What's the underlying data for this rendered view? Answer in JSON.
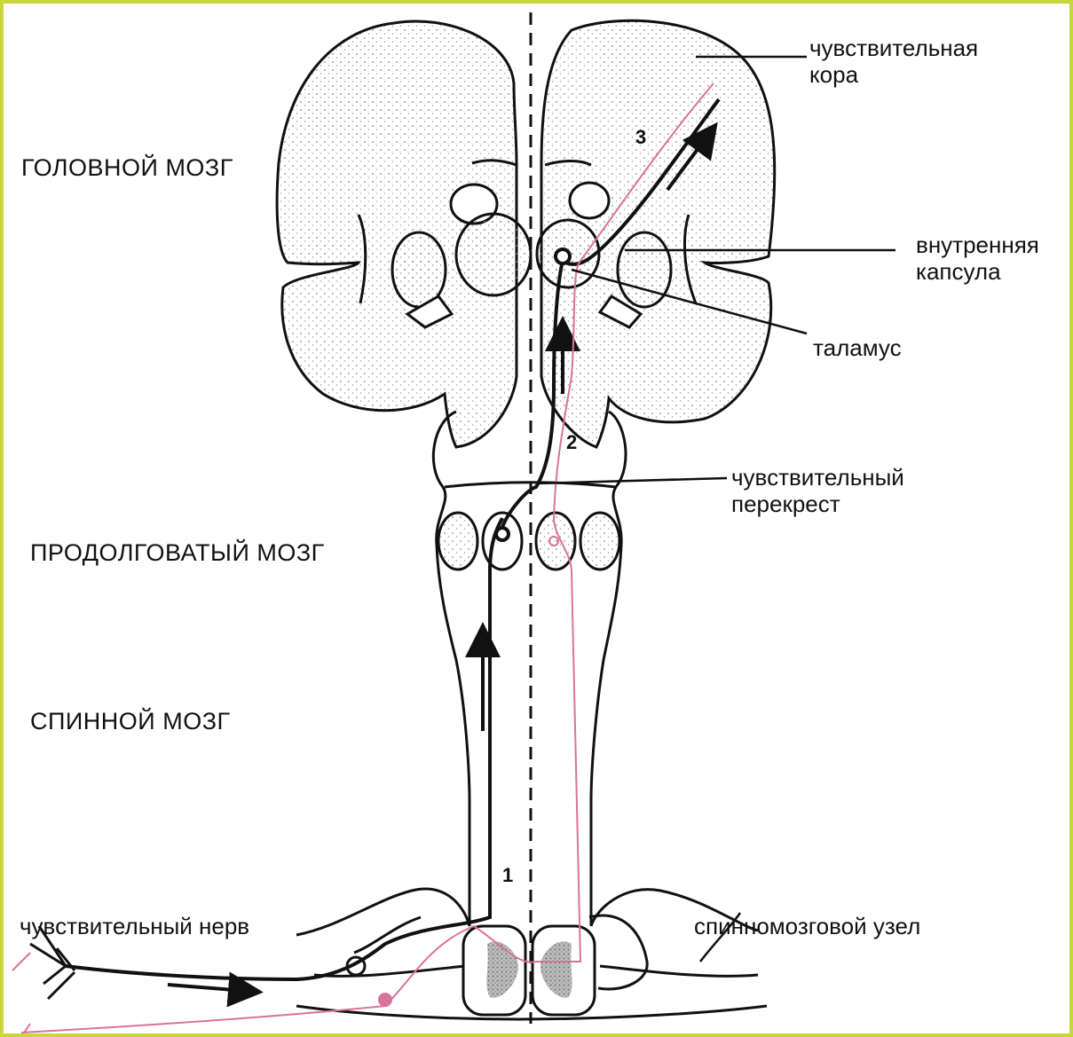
{
  "colors": {
    "frame": "#c9d73a",
    "ink": "#111111",
    "pathway": "#d9739a",
    "stipple": "#888888"
  },
  "regions": {
    "brain": "ГОЛОВНОЙ МОЗГ",
    "medulla": "ПРОДОЛГОВАТЫЙ МОЗГ",
    "spinal_cord": "СПИННОЙ МОЗГ"
  },
  "callouts": {
    "sensory_cortex": [
      "чувствительная",
      "кора"
    ],
    "internal_capsule": [
      "внутренняя",
      "капсула"
    ],
    "thalamus": "таламус",
    "sensory_decussation": [
      "чувствительный",
      "перекрест"
    ],
    "sensory_nerve": "чувствительный нерв",
    "spinal_ganglion": "спинномозговой узел"
  },
  "neuron_numbers": [
    "1",
    "2",
    "3"
  ]
}
